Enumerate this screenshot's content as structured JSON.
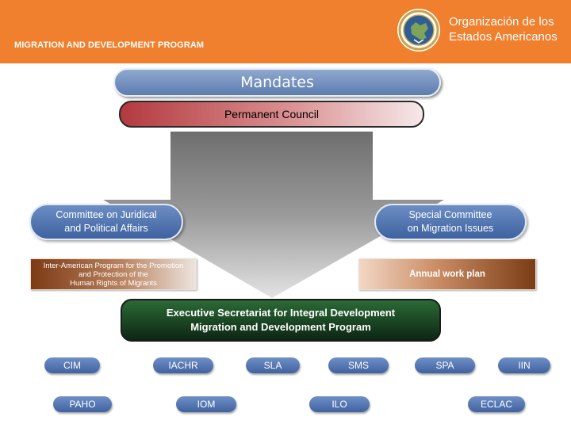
{
  "header": {
    "program_title": "MIGRATION AND DEVELOPMENT PROGRAM",
    "org_line1": "Organización de los",
    "org_line2": "Estados Americanos",
    "color": "#f07f2e"
  },
  "diagram": {
    "mandates": "Mandates",
    "permanent_council": "Permanent Council",
    "committee_juridical": [
      "Committee on Juridical",
      "and Political Affairs"
    ],
    "special_committee": [
      "Special Committee",
      "on Migration Issues"
    ],
    "inter_american_program": [
      "Inter-American Program for the Promotion",
      "and Protection of the",
      "Human Rights of Migrants"
    ],
    "annual_work_plan": "Annual work plan",
    "executive_secretariat": [
      "Executive Secretariat for Integral Development",
      "Migration and Development Program"
    ],
    "organizations_row1": [
      "CIM",
      "IACHR",
      "SLA",
      "SMS",
      "SPA",
      "IIN"
    ],
    "organizations_row2": [
      "PAHO",
      "IOM",
      "ILO",
      "ECLAC"
    ]
  },
  "colors": {
    "blue_pill": "#4a6eab",
    "council_red": "#b33a3f",
    "brown": "#7a3c15",
    "green": "#1b4a25",
    "arrow_gray": "#8c8c8c"
  },
  "icons": {
    "seal": "oas-seal-icon"
  }
}
